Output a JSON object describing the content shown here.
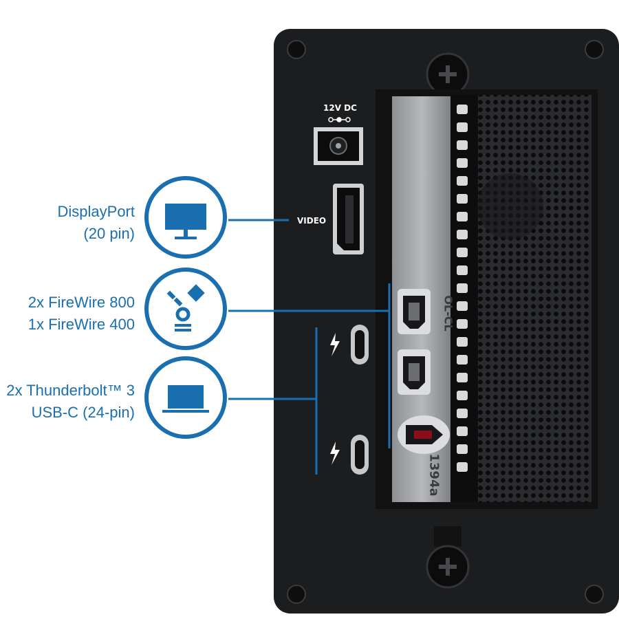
{
  "callouts": {
    "displayport": {
      "line1": "DisplayPort",
      "line2": "(20 pin)",
      "icon": "monitor-icon"
    },
    "firewire": {
      "line1": "2x FireWire 800",
      "line2": "1x FireWire 400",
      "icon": "firewire-icon"
    },
    "thunderbolt": {
      "line1": "2x Thunderbolt™ 3",
      "line2": "USB-C (24-pin)",
      "icon": "laptop-icon"
    }
  },
  "panel": {
    "power_label": "12V DC",
    "video_label": "VIDEO",
    "card_print_a": "OL-CL",
    "card_print_b": "1394a"
  },
  "colors": {
    "accent": "#1a6fb0",
    "panel": "#1c1d1f",
    "background": "#ffffff"
  }
}
